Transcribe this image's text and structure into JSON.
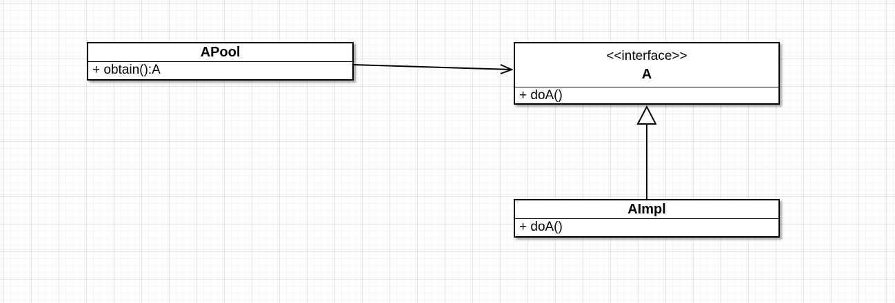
{
  "diagram": {
    "classes": [
      {
        "id": "apool",
        "stereotype": "",
        "name": "APool",
        "members": [
          "+ obtain():A"
        ]
      },
      {
        "id": "a",
        "stereotype": "<<interface>>",
        "name": "A",
        "members": [
          "+ doA()"
        ]
      },
      {
        "id": "aimpl",
        "stereotype": "",
        "name": "AImpl",
        "members": [
          "+ doA()"
        ]
      }
    ],
    "relations": [
      {
        "type": "association",
        "from": "APool",
        "to": "A"
      },
      {
        "type": "realization",
        "from": "AImpl",
        "to": "A"
      }
    ],
    "colors": {
      "line": "#000000",
      "box_fill": "#ffffff",
      "grid": "#e6e6e6"
    }
  }
}
